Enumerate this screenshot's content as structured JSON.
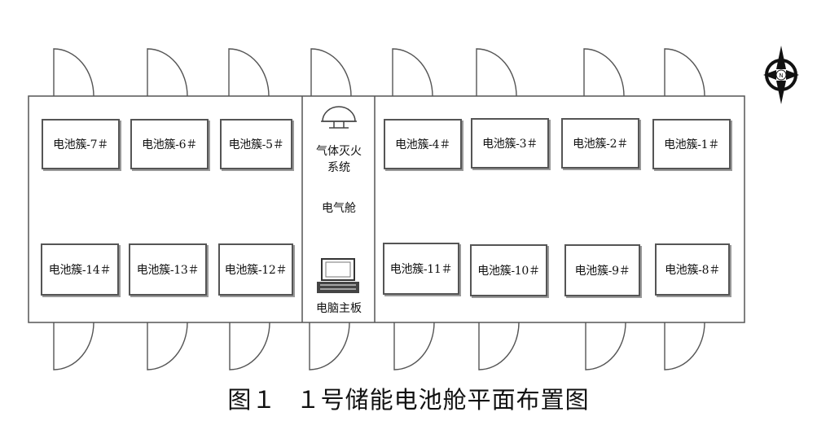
{
  "caption": "图１ １号储能电池舱平面布置图",
  "control_room": {
    "fire_system": "气体灭火\n系统",
    "room_label": "电气舱",
    "computer_label": "电脑主板"
  },
  "racks_top": [
    "电池簇-7＃",
    "电池簇-6＃",
    "电池簇-5＃",
    "电池簇-4＃",
    "电池簇-3＃",
    "电池簇-2＃",
    "电池簇-1＃"
  ],
  "racks_bottom": [
    "电池簇-14＃",
    "电池簇-13＃",
    "电池簇-12＃",
    "电池簇-11＃",
    "电池簇-10＃",
    "电池簇-9＃",
    "电池簇-8＃"
  ],
  "compass": {
    "letter": "N",
    "icon": "north-arrow-icon"
  }
}
